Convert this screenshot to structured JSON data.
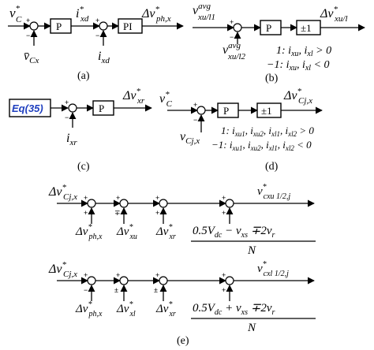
{
  "panel_a": {
    "in_vc_star": "v",
    "in_vc_star_sup": "*",
    "in_vc_star_sub": "C",
    "fb_vcx": "v̄",
    "fb_vcx_sub": "Cx",
    "blk_p": "P",
    "mid_ixd_star": "i",
    "mid_ixd_star_sup": "*",
    "mid_ixd_star_sub": "xd",
    "fb_ixd": "i",
    "fb_ixd_sub": "xd",
    "blk_pi": "PI",
    "out": "Δv",
    "out_sup": "*",
    "out_sub": "ph,x",
    "caption": "(a)"
  },
  "panel_b": {
    "in_top": "v",
    "in_top_sup": "avg",
    "in_top_sub": "xu/l1",
    "in_bot": "v",
    "in_bot_sup": "avg",
    "in_bot_sub": "xu/l2",
    "blk_p": "P",
    "blk_pm1": "±1",
    "out": "Δv",
    "out_sup": "*",
    "out_sub": "xu/l",
    "cond1": "1: i",
    "cond1_b": "xu",
    "cond1_c": ", i",
    "cond1_d": "xl",
    "cond1_e": " > 0",
    "cond2": "−1: i",
    "cond2_b": "xu",
    "cond2_c": ", i",
    "cond2_d": "xl",
    "cond2_e": " < 0",
    "caption": "(b)"
  },
  "panel_c": {
    "eq_label": "Eq(35)",
    "blk_p": "P",
    "fb": "i",
    "fb_sub": "xr",
    "out": "Δv",
    "out_sup": "*",
    "out_sub": "xr",
    "caption": "(c)"
  },
  "panel_d": {
    "in_top": "v",
    "in_top_sup": "*",
    "in_top_sub": "C",
    "in_bot": "v",
    "in_bot_sub": "Cj,x",
    "blk_p": "P",
    "blk_pm1": "±1",
    "out": "Δv",
    "out_sup": "*",
    "out_sub": "Cj,x",
    "cond1": "1: i",
    "cond1_subs": [
      "xu1",
      "xu2",
      "xl1",
      "xl2"
    ],
    "cond1_end": " > 0",
    "cond2": "−1: i",
    "cond2_subs": [
      "xu1",
      "xu2",
      "xl1",
      "xl2"
    ],
    "cond2_end": " < 0",
    "caption": "(d)"
  },
  "panel_e": {
    "upper": {
      "in": "Δv",
      "in_sup": "*",
      "in_sub": "Cj,x",
      "t1": "Δv",
      "t1_sup": "*",
      "t1_sub": "ph,x",
      "t2": "Δv",
      "t2_sup": "*",
      "t2_sub": "xu",
      "t3": "Δv",
      "t3_sup": "*",
      "t3_sub": "xr",
      "out": "v",
      "out_sup": "*",
      "out_sub": "cxu 1/2,j",
      "frac_num": "0.5V",
      "frac_num_sub": "dc",
      "frac_num_rest": " − v",
      "frac_num_sub2": "xs",
      "frac_num_rest2": " ∓2v",
      "frac_num_sub3": "r",
      "frac_den": "N"
    },
    "lower": {
      "in": "Δv",
      "in_sup": "*",
      "in_sub": "Cj,x",
      "t1": "Δv",
      "t1_sup": "*",
      "t1_sub": "ph,x",
      "t2": "Δv",
      "t2_sup": "*",
      "t2_sub": "xl",
      "t3": "Δv",
      "t3_sup": "*",
      "t3_sub": "xr",
      "out": "v",
      "out_sup": "*",
      "out_sub": "cxl 1/2,j",
      "frac_num": "0.5V",
      "frac_num_sub": "dc",
      "frac_num_rest": " + v",
      "frac_num_sub2": "xs",
      "frac_num_rest2": " ∓2v",
      "frac_num_sub3": "r",
      "frac_den": "N"
    },
    "caption": "(e)"
  },
  "signs": {
    "plus": "+",
    "minus": "−",
    "minus_plus": "∓",
    "plus_minus": "±"
  }
}
